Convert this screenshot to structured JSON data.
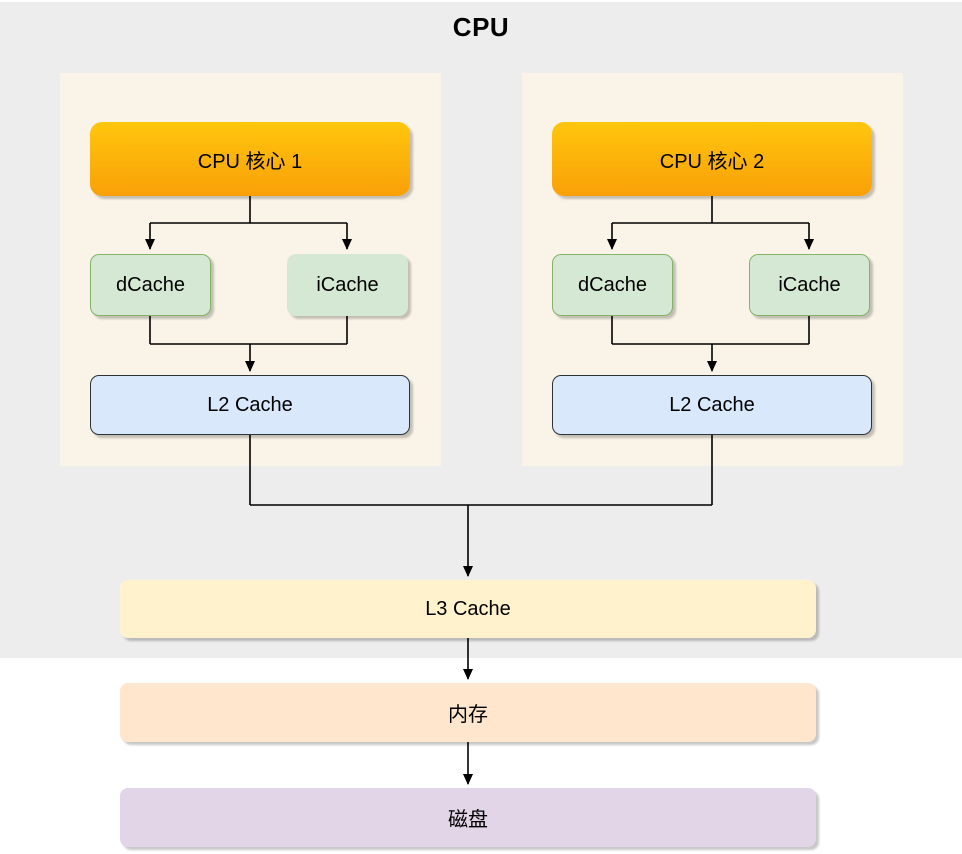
{
  "diagram": {
    "title": "CPU",
    "cores": [
      {
        "name": "CPU 核心 1",
        "dcache": "dCache",
        "icache": "iCache",
        "l2": "L2 Cache"
      },
      {
        "name": "CPU 核心 2",
        "dcache": "dCache",
        "icache": "iCache",
        "l2": "L2 Cache"
      }
    ],
    "shared": {
      "l3": "L3 Cache",
      "memory": "内存",
      "disk": "磁盘"
    },
    "colors": {
      "canvas_bg": "#FFFFFF",
      "cpu_container_bg": "#EDEDED",
      "core_group_bg": "#FAF4E8",
      "core_gradient_top": "#FFC60D",
      "core_gradient_bottom": "#F9A008",
      "cache_fill": "#D5E8D4",
      "cache_border": "#82B366",
      "l2_fill": "#DAE8FC",
      "l2_border": "#2D3436",
      "l3_fill": "#FFF2CC",
      "memory_fill": "#FFE6CC",
      "disk_fill": "#E1D5E7",
      "connector": "#000000"
    }
  }
}
